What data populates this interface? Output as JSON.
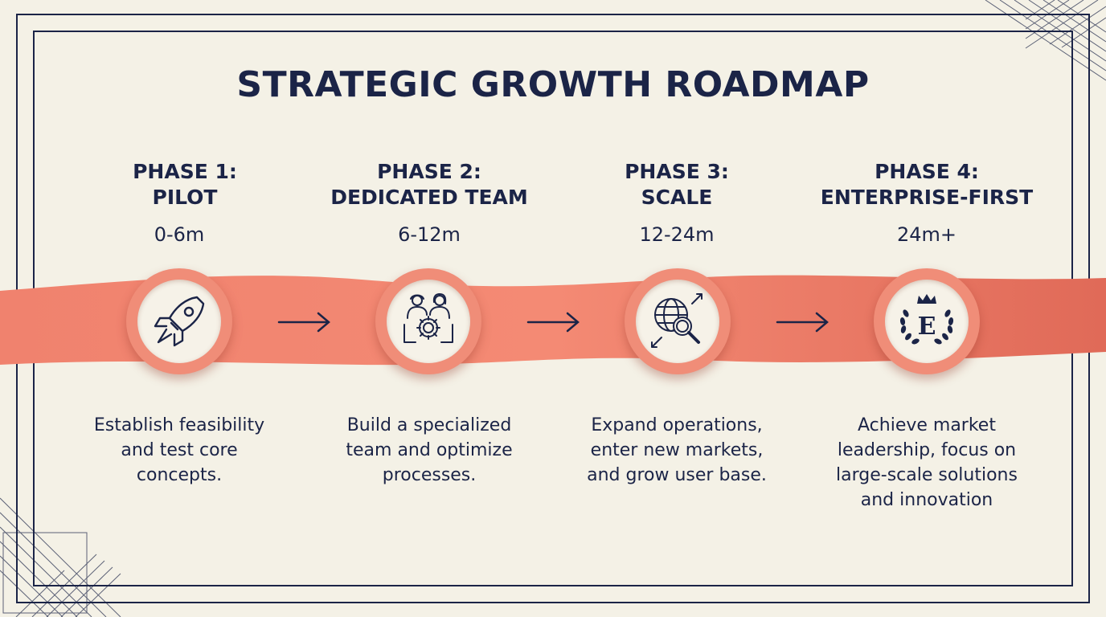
{
  "title": "STRATEGIC GROWTH ROADMAP",
  "colors": {
    "navy": "#1b2447",
    "ribbon": "#ee7b68",
    "background": "#f4f1e6"
  },
  "phases": [
    {
      "title_line1": "PHASE 1:",
      "title_line2": "PILOT",
      "period": "0-6m",
      "icon": "rocket-icon",
      "desc_lines": [
        "Establish feasibility",
        "and test core",
        "concepts."
      ]
    },
    {
      "title_line1": "PHASE 2:",
      "title_line2": "DEDICATED TEAM",
      "period": "6-12m",
      "icon": "team-gear-icon",
      "desc_lines": [
        "Build a specialized",
        "team and optimize",
        "processes."
      ]
    },
    {
      "title_line1": "PHASE 3:",
      "title_line2": "SCALE",
      "period": "12-24m",
      "icon": "globe-search-icon",
      "desc_lines": [
        "Expand operations,",
        "enter new markets,",
        "and grow user base."
      ]
    },
    {
      "title_line1": "PHASE 4:",
      "title_line2": "ENTERPRISE-FIRST",
      "period": "24m+",
      "icon": "crown-laurel-emblem-icon",
      "desc_lines": [
        "Achieve market",
        "leadership, focus on",
        "large-scale solutions",
        "and innovation"
      ],
      "emblem_letter": "E"
    }
  ]
}
